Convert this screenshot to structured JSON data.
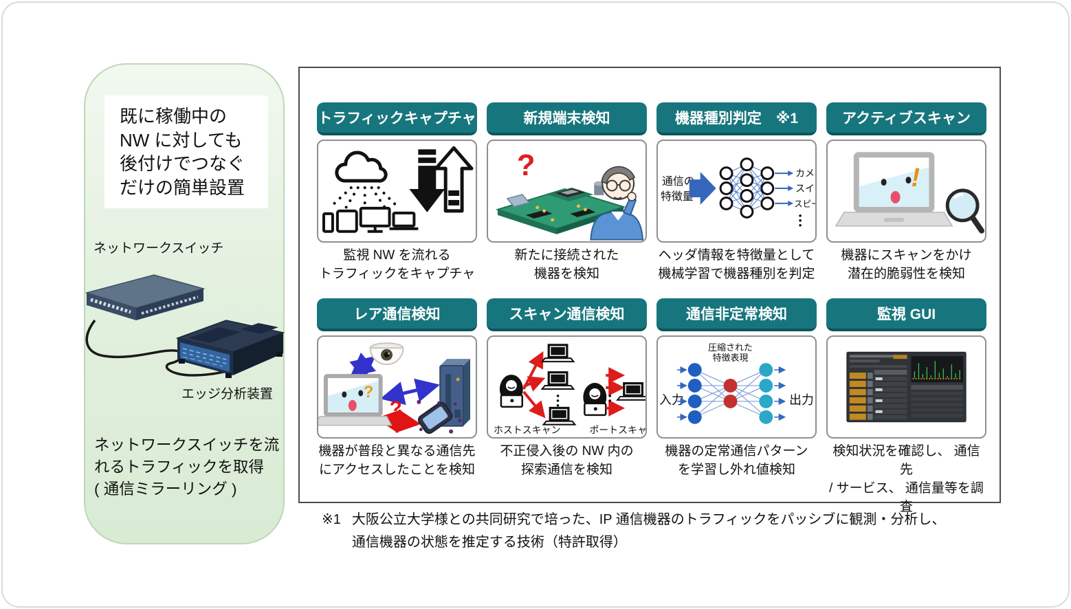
{
  "left_panel": {
    "headline": "既に稼働中の\nNW に対しても\n後付けでつなぐ\nだけの簡単設置",
    "switch_label": "ネットワークスイッチ",
    "edge_label": "エッジ分析装置",
    "bottom_text": "ネットワークスイッチを流\nれるトラフィックを取得\n( 通信ミラーリング )"
  },
  "cards": [
    {
      "title": "トラフィックキャプチャ",
      "caption": "監視 NW を流れる\nトラフィックをキャプチャ"
    },
    {
      "title": "新規端末検知",
      "caption": "新たに接続された\n機器を検知"
    },
    {
      "title": "機器種別判定　※1",
      "caption": "ヘッダ情報を特徴量として\n機械学習で機器種別を判定"
    },
    {
      "title": "アクティブスキャン",
      "caption": "機器にスキャンをかけ\n潜在的脆弱性を検知"
    },
    {
      "title": "レア通信検知",
      "caption": "機器が普段と異なる通信先\nにアクセスしたことを検知"
    },
    {
      "title": "スキャン通信検知",
      "caption": "不正侵入後の NW 内の\n探索通信を検知"
    },
    {
      "title": "通信非定常検知",
      "caption": "機器の定常通信パターン\nを学習し外れ値検知"
    },
    {
      "title": "監視 GUI",
      "caption": "検知状況を確認し、 通信先\n/ サービス、 通信量等を調査"
    }
  ],
  "illustrations": {
    "glyphs": {
      "question": "?",
      "exclamation": "!"
    },
    "nn": {
      "input_line1": "通信の",
      "input_line2": "特徴量",
      "outputs": [
        "カメラ",
        "スイッチ",
        "スピーカー"
      ]
    },
    "autoencoder": {
      "top_line1": "圧縮された",
      "top_line2": "特徴表現",
      "left": "入力",
      "right": "出力"
    },
    "scan": {
      "left_label": "ホストスキャン",
      "right_label": "ポートスキャン"
    }
  },
  "footnote": {
    "marker": "※1",
    "lines": "大阪公立大学様との共同研究で培った、IP 通信機器のトラフィックをパッシブに観測・分析し、\n通信機器の状態を推定する技術（特許取得）"
  },
  "colors": {
    "teal": "#17767d",
    "teal_dark": "#0d565c",
    "red": "#dd1c1c",
    "blue": "#3567bd",
    "orange": "#e89010"
  }
}
